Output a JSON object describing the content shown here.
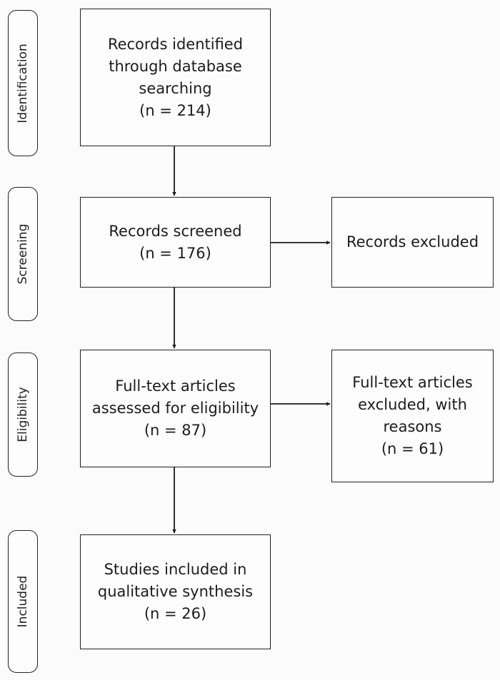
{
  "stages": {
    "identification": "Identification",
    "screening": "Screening",
    "eligibility": "Eligibility",
    "included": "Included"
  },
  "boxes": {
    "identified": {
      "lines": [
        "Records identified",
        "through database",
        "searching"
      ],
      "count": "(n = 214)"
    },
    "screened": {
      "lines": [
        "Records screened"
      ],
      "count": "(n = 176)"
    },
    "excluded": {
      "lines": [
        "Records excluded"
      ]
    },
    "fulltext": {
      "lines": [
        "Full-text articles",
        "assessed for eligibility"
      ],
      "count": "(n = 87)"
    },
    "fulltext_excluded": {
      "lines": [
        "Full-text articles",
        "excluded, with",
        "reasons"
      ],
      "count": "(n = 61)"
    },
    "included": {
      "lines": [
        "Studies included in",
        "qualitative synthesis"
      ],
      "count": "(n = 26)"
    }
  }
}
